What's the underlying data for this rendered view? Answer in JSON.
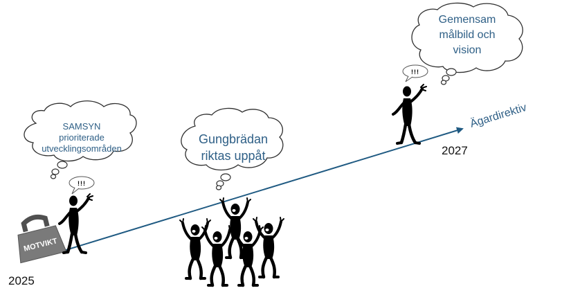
{
  "clouds": {
    "samsyn": [
      "SAMSYN",
      "prioriterade",
      "utvecklingsområden"
    ],
    "gungbradan": [
      "Gungbrädan",
      "riktas uppåt"
    ],
    "gemensam": [
      "Gemensam",
      "målbild och",
      "vision"
    ]
  },
  "speech": "!!!",
  "arrow_label": "Ägardirektiv",
  "years": {
    "start": "2025",
    "end": "2027"
  },
  "weight_label": "MOTVIKT",
  "colors": {
    "cloud_text": "#2e5f86",
    "arrow": "#1f5a82",
    "figures": "#000000",
    "weight": "#7a7a7a"
  }
}
